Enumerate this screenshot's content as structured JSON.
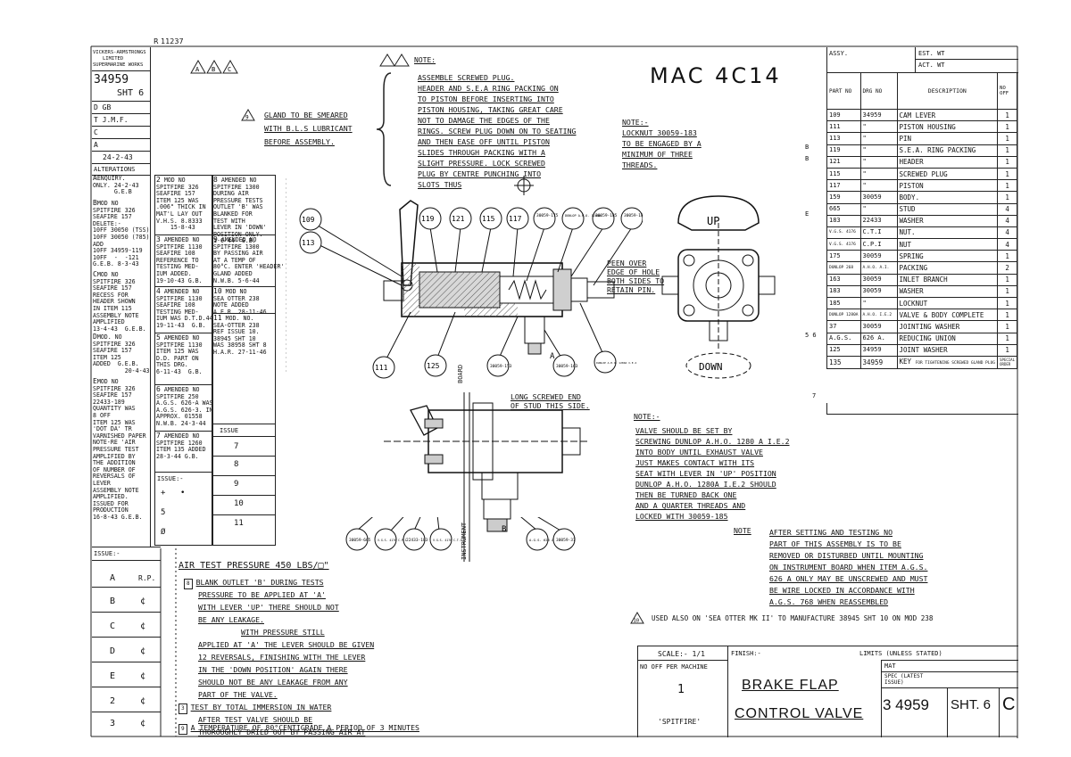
{
  "ref_mark": "R 11237",
  "left_block": {
    "company": [
      "Vickers-Armstrongs",
      "Limited",
      "Supermarine Works"
    ],
    "drawing_no": "34959",
    "sheet": "SHT 6",
    "rows": [
      "D  GB",
      "T  J.M.F.",
      "C",
      "A",
      "24-2-43"
    ],
    "alterations_title": "ALTERATIONS"
  },
  "alterations": [
    {
      "letter": "A",
      "text": "ENQUIRY.\nONLY. 24-2-43\n      G.E.B"
    },
    {
      "letter": "B",
      "text": "MOD NO\nSPITFIRE 326\nSEAFIRE 157\nDELETE:-\n10FF 30050 (TSS)\n10FF 30050 (785)\nADD\n10FF 34959-119\n10FF  -  -121\nG.E.B. 8-3-43"
    },
    {
      "letter": "C",
      "text": "MOD NO\nSPITFIRE 326\nSEAFIRE 157\nRECESS FOR\nHEADER SHOWN\nIN ITEM 115\nASSEMBLY NOTE\nAMPLIFIED\n13-4-43  G.E.B."
    },
    {
      "letter": "D",
      "text": "MOD. NO\nSPITFIRE 326\nSEAFIRE 157\nITEM 125\nADDED  G.E.B.\n         20-4-43"
    },
    {
      "letter": "E",
      "text": "MOD NO\nSPITFIRE 326\nSEAFIRE 157\n22433-189\nQUANTITY WAS\n8 OFF\nITEM 125 WAS\n'DOT DA' TR\nVARNISHED PAPER\nNOTE-RE 'AIR\nPRESSURE TEST\nAMPLIFIED BY\nTHE ADDITION\nOF NUMBER OF\nREVERSALS OF\nLEVER\nASSEMBLY NOTE\nAMPLIFIED.\nISSUED FOR\nPRODUCTION\n16-8-43 G.E.B."
    },
    {
      "letter": "2",
      "text": "MOD NO\nSPITFIRE 326\nSEAFIRE 157\nITEM 125 WAS\n.006\" THICK IN\nMAT'L LAY OUT\nV.H.S. 8.8333\n    15-8-43"
    },
    {
      "letter": "3",
      "text": "AMENDED NO\nSPITFIRE 1130\nSEAFIRE 108\nREFERENCE TO\nTESTING MED-\nIUM ADDED.\n19-10-43 G.B."
    },
    {
      "letter": "4",
      "text": "AMENDED NO\nSPITFIRE 1130\nSEAFIRE 108\nTESTING MED-\nIUM WAS D.T.D.44\n19-11-43  G.B."
    },
    {
      "letter": "5",
      "text": "AMENDED NO\nSPITFIRE 1130\nITEM 125 WAS\nD.D. PART ON\nTHIS DRG.\n6-11-43  G.B."
    },
    {
      "letter": "6",
      "text": "AMENDED NO\nSPITFIRE 250\nA.G.S. 626-A WAS\nA.G.S. 626-3. IN\nAPPROX. 01558\nN.W.B. 24-3-44"
    },
    {
      "letter": "7",
      "text": "AMENDED NO\nSPITFIRE 1260\nITEM 135 ADDED\n28-3-44 G.B."
    },
    {
      "letter": "8",
      "text": "AMENDED NO\nSPITFIRE 1300\nDURING AIR\nPRESSURE TESTS\nOUTLET 'B' WAS\nBLANKED FOR\nTEST WITH\nLEVER IN 'DOWN'\nPOSITION ONLY.\n1-6-44  G.B."
    },
    {
      "letter": "9",
      "text": "AMENDED NO\nSPITFIRE 1300\nBY PASSING AIR\nAT A TEMP OF\n80°C. ENTER 'HEADER'\nGLAND ADDED\nN.W.B. 5-6-44"
    },
    {
      "letter": "10",
      "text": "MOD NO\nSEA OTTER 238\nNOTE ADDED\nA.E.R. 28-11-46"
    },
    {
      "letter": "11",
      "text": "MOD. NO.\nSEA-OTTER 238\nREF ISSUE 10.\n38945 SHT 10\nWAS 38958 SHT 8\nH.A.R. 27-11-46"
    }
  ],
  "issue_grid": {
    "title": "ISSUE",
    "issue_col_label": "ISSUE:-",
    "values": [
      "7",
      "8",
      "9",
      "10",
      "11"
    ],
    "bottom_issue_label": "ISSUE:-",
    "rp_label": "R.P.",
    "rp_rows": [
      "A",
      "B",
      "C",
      "D",
      "E",
      "2",
      "3"
    ]
  },
  "issue_top_marks": [
    "A",
    "B",
    "C"
  ],
  "handwritten_title": "MAC 4C14",
  "assembly_note": {
    "tag": "A",
    "title": "NOTE:",
    "lines": [
      "ASSEMBLE SCREWED PLUG.",
      "HEADER AND S.E.A RING PACKING ON",
      "TO PISTON BEFORE INSERTING INTO",
      "PISTON HOUSING, TAKING GREAT CARE",
      "NOT TO DAMAGE THE EDGES OF THE",
      "RINGS. SCREW PLUG DOWN ON TO SEATING",
      "AND THEN EASE OFF UNTIL PISTON",
      "SLIDES THROUGH PACKING WITH A",
      "SLIGHT PRESSURE. LOCK SCREWED",
      "PLUG BY CENTRE PUNCHING INTO",
      "SLOTS THUS"
    ]
  },
  "gland_note": {
    "tag": "9",
    "lines": [
      "GLAND TO BE SMEARED",
      "WITH B.L.S LUBRICANT",
      "BEFORE ASSEMBLY."
    ]
  },
  "locknut_note": {
    "title": "NOTE:-",
    "lines": [
      "LOCKNUT 30059-183",
      "TO BE ENGAGED BY A",
      "MINIMUM OF THREE",
      "THREADS."
    ]
  },
  "peen_note": [
    "PEEN OVER",
    "EDGE OF HOLE",
    "BOTH SIDES TO",
    "RETAIN PIN."
  ],
  "lever_labels": {
    "up": "UP",
    "down": "DOWN"
  },
  "balloons_top": [
    "109",
    "113",
    "119",
    "121",
    "115",
    "117",
    "30059-175",
    "DUNLOP A.H.O. 1280A",
    "30059-185",
    "30059-181"
  ],
  "balloons_mid": [
    "111",
    "125",
    "30059-153",
    "30059-163",
    "DUNLOP A.H.O. 1280A I.E.2"
  ],
  "balloons_bottom": [
    "30059-665",
    "V.G.S. 4176 C.P.I",
    "22433-183",
    "V.G.S. 4176 C.T.I",
    "A.G.S. 626 A",
    "30059-37"
  ],
  "stud_note": [
    "LONG SCREWED END",
    "OF STUD THIS SIDE."
  ],
  "board_label": "BOARD",
  "instrument_label": "INSTRUMENT",
  "port_labels": {
    "a": "A",
    "b": "B"
  },
  "valve_note": {
    "title": "NOTE:-",
    "lines": [
      "VALVE SHOULD BE SET BY",
      "SCREWING DUNLOP A.H.O. 1280 A I.E.2",
      "INTO BODY UNTIL EXHAUST VALVE",
      "JUST MAKES CONTACT WITH ITS",
      "SEAT WITH LEVER IN 'UP' POSITION",
      "DUNLOP A.H.O. 1280A I.E.2 SHOULD",
      "THEN BE TURNED BACK ONE",
      "AND A QUARTER THREADS AND",
      "LOCKED WITH 30059-185"
    ]
  },
  "setting_note": {
    "title": "NOTE",
    "lines": [
      "AFTER SETTING AND TESTING NO",
      "PART OF THIS ASSEMBLY IS TO BE",
      "REMOVED OR DISTURBED UNTIL MOUNTING",
      "ON INSTRUMENT BOARD WHEN ITEM A.G.S.",
      "626 A ONLY MAY BE UNSCREWED AND MUST",
      "BE WIRE LOCKED IN ACCORDANCE WITH",
      "A.G.S. 768 WHEN REASSEMBLED"
    ]
  },
  "sea_otter_note": {
    "tag": "10",
    "text": "USED ALSO ON 'SEA OTTER MK II' TO MANUFACTURE 38945 SHT 10 ON MOD 238"
  },
  "air_test": {
    "title": "AIR TEST PRESSURE   450 LBS/□\"",
    "lines": [
      {
        "tag": "8",
        "text": "BLANK OUTLET 'B' DURING TESTS"
      },
      {
        "tag": "",
        "text": "PRESSURE TO BE APPLIED AT 'A'"
      },
      {
        "tag": "",
        "text": "WITH LEVER 'UP' THERE SHOULD NOT"
      },
      {
        "tag": "",
        "text": "BE ANY LEAKAGE."
      },
      {
        "tag": "",
        "text": "WITH PRESSURE STILL"
      },
      {
        "tag": "",
        "text": "APPLIED AT 'A' THE LEVER SHOULD BE GIVEN"
      },
      {
        "tag": "",
        "text": "12 REVERSALS, FINISHING WITH THE LEVER"
      },
      {
        "tag": "",
        "text": "IN THE 'DOWN POSITION' AGAIN THERE"
      },
      {
        "tag": "",
        "text": "SHOULD NOT BE ANY LEAKAGE FROM ANY"
      },
      {
        "tag": "",
        "text": "PART OF THE VALVE."
      },
      {
        "tag": "3",
        "text": "TEST BY TOTAL IMMERSION IN WATER"
      },
      {
        "tag": "",
        "text": "AFTER TEST VALVE SHOULD BE"
      },
      {
        "tag": "",
        "text": "THOROUGHLY DRIED OUT BY PASSING AIR AT"
      },
      {
        "tag": "9",
        "text": "A TEMPERATURE OF 80°CENTIGRADE A PERIOD OF 3 MINUTES"
      }
    ]
  },
  "parts_list": {
    "assy_label": "ASSY.",
    "est_wt": "EST. WT",
    "act_wt": "ACT. WT",
    "headers": [
      "PART NO",
      "DRG NO",
      "DESCRIPTION",
      "NO OFF"
    ],
    "rows": [
      {
        "mark": "",
        "part": "109",
        "drg": "34959",
        "desc": "CAM LEVER",
        "qty": "1"
      },
      {
        "mark": "",
        "part": "111",
        "drg": "\"",
        "desc": "PISTON HOUSING",
        "qty": "1"
      },
      {
        "mark": "",
        "part": "113",
        "drg": "\"",
        "desc": "PIN",
        "qty": "1"
      },
      {
        "mark": "B",
        "part": "119",
        "drg": "\"",
        "desc": "S.E.A. RING PACKING",
        "qty": "1"
      },
      {
        "mark": "B",
        "part": "121",
        "drg": "\"",
        "desc": "HEADER",
        "qty": "1"
      },
      {
        "mark": "",
        "part": "115",
        "drg": "\"",
        "desc": "SCREWED PLUG",
        "qty": "1"
      },
      {
        "mark": "",
        "part": "117",
        "drg": "\"",
        "desc": "PISTON",
        "qty": "1"
      },
      {
        "mark": "",
        "part": "159",
        "drg": "30059",
        "desc": "BODY.",
        "qty": "1"
      },
      {
        "mark": "",
        "part": "665",
        "drg": "\"",
        "desc": "STUD",
        "qty": "4"
      },
      {
        "mark": "E",
        "part": "183",
        "drg": "22433",
        "desc": "WASHER",
        "qty": "4"
      },
      {
        "mark": "",
        "part": "V.G.S. 4176",
        "drg": "C.T.I",
        "desc": "NUT.",
        "qty": "4"
      },
      {
        "mark": "",
        "part": "V.G.S. 4176",
        "drg": "C.P.I",
        "desc": "NUT",
        "qty": "4"
      },
      {
        "mark": "",
        "part": "175",
        "drg": "30059",
        "desc": "SPRING",
        "qty": "1"
      },
      {
        "mark": "",
        "part": "DUNLOP 268",
        "drg": "A.H.O. A.I.",
        "desc": "PACKING",
        "qty": "2"
      },
      {
        "mark": "",
        "part": "163",
        "drg": "30059",
        "desc": "INLET BRANCH",
        "qty": "1"
      },
      {
        "mark": "",
        "part": "183",
        "drg": "30059",
        "desc": "WASHER",
        "qty": "1"
      },
      {
        "mark": "",
        "part": "185",
        "drg": "\"",
        "desc": "LOCKNUT",
        "qty": "1"
      },
      {
        "mark": "",
        "part": "DUNLOP 1280A",
        "drg": "A.H.O. I.E.2",
        "desc": "VALVE & BODY COMPLETE",
        "qty": "1"
      },
      {
        "mark": "",
        "part": "37",
        "drg": "30059",
        "desc": "JOINTING WASHER",
        "qty": "1"
      },
      {
        "mark": "",
        "part": "A.G.S.",
        "drg": "626 A.",
        "desc": "REDUCING UNION",
        "qty": "1"
      },
      {
        "mark": "5 6",
        "part": "125",
        "drg": "34959",
        "desc": "JOINT WASHER",
        "qty": "1"
      }
    ],
    "extra_row": {
      "mark": "7",
      "part": "135",
      "drg": "34959",
      "desc": "KEY",
      "desc_small": "FOR TIGHTENING SCREWED GLAND PLUG",
      "qty": "SPECIAL ORDER"
    }
  },
  "title_block": {
    "scale": "SCALE:- 1/1",
    "finish": "FINISH:-",
    "limits": "LIMITS (UNLESS STATED)",
    "no_off": "NO OFF PER MACHINE",
    "qty": "1",
    "machine": "'SPITFIRE'",
    "title1": "BRAKE FLAP",
    "title2": "CONTROL VALVE",
    "mat": "MAT",
    "spec": "SPEC (LATEST ISSUE)",
    "number": "3 4959",
    "sheet": "SHT. 6",
    "issue": "C"
  }
}
